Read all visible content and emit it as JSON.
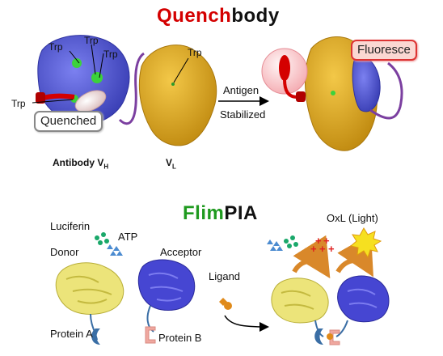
{
  "quenchbody": {
    "title_part1": "Quench",
    "title_part2": "body",
    "trp_label": "Trp",
    "quenched_label": "Quenched",
    "fluoresce_label": "Fluoresce",
    "antigen_label": "Antigen",
    "stabilized_label": "Stabilized",
    "vh_label_main": "Antibody V",
    "vh_label_sub": "H",
    "vl_label_main": "V",
    "vl_label_sub": "L"
  },
  "flimpia": {
    "title_part1": "Flim",
    "title_part2": "PIA",
    "luciferin_label": "Luciferin",
    "atp_label": "ATP",
    "donor_label": "Donor",
    "acceptor_label": "Acceptor",
    "ligand_label": "Ligand",
    "oxl_label": "OxL (Light)",
    "protein_a_label": "Protein A",
    "protein_b_label": "Protein B"
  },
  "colors": {
    "quench_red": "#d40000",
    "flim_green": "#1f9a1f",
    "vh_blue": "#4a4fd0",
    "vl_gold": "#d9a21a",
    "linker_purple": "#7b3fa0",
    "donor_yellow": "#e8e070",
    "acceptor_blue": "#3a3ac8"
  }
}
